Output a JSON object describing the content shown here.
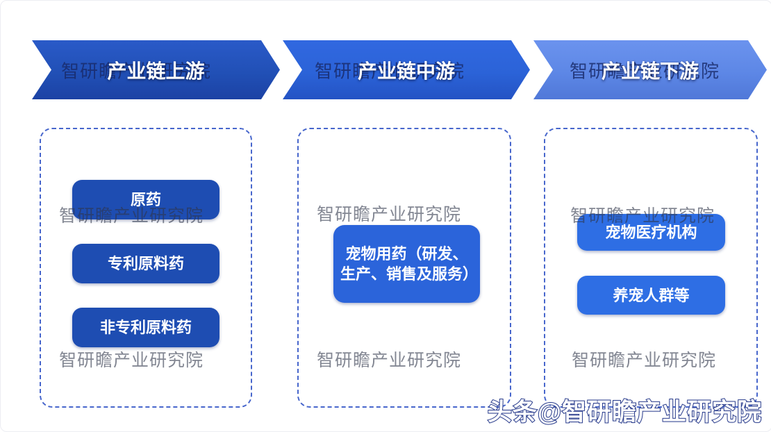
{
  "watermark": {
    "brand_text": "智研瞻产业研究院",
    "logo_text": "头条@智研瞻产业研究院"
  },
  "palette": {
    "arrow_upstream": "#2150b6",
    "arrow_midstream": "#2b63d8",
    "arrow_downstream": "#5d87e6",
    "box_upstream": "#1e4db2",
    "box_midstream": "#2b64da",
    "box_downstream": "#2e6ee4",
    "dashed_border": "#4766cc",
    "watermark_grey": "#7e8490"
  },
  "chain": {
    "stages": [
      {
        "label": "产业链上游",
        "items": [
          "原药",
          "专利原料药",
          "非专利原料药"
        ]
      },
      {
        "label": "产业链中游",
        "items": [
          "宠物用药（研发、生产、销售及服务）"
        ]
      },
      {
        "label": "产业链下游",
        "items": [
          "宠物医疗机构",
          "养宠人群等"
        ]
      }
    ]
  }
}
